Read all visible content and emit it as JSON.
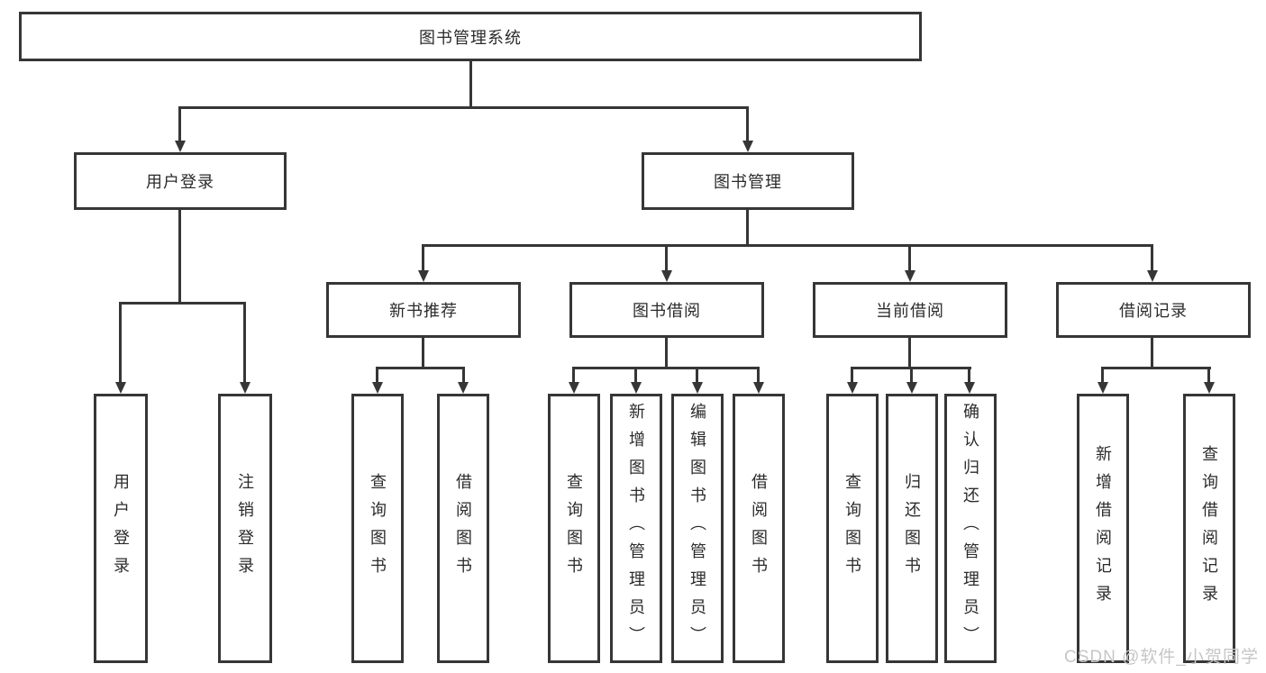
{
  "diagram": {
    "root": {
      "label": "图书管理系统"
    },
    "level2": [
      {
        "label": "用户登录"
      },
      {
        "label": "图书管理"
      }
    ],
    "level3": [
      {
        "label": "新书推荐"
      },
      {
        "label": "图书借阅"
      },
      {
        "label": "当前借阅"
      },
      {
        "label": "借阅记录"
      }
    ],
    "leaves": {
      "user_login": [
        "用户登录",
        "注销登录"
      ],
      "new_book": [
        "查询图书",
        "借阅图书"
      ],
      "book_borrow": [
        "查询图书",
        "新增图书（管理员）",
        "编辑图书（管理员）",
        "借阅图书"
      ],
      "current_borrow": [
        "查询图书",
        "归还图书",
        "确认归还（管理员）"
      ],
      "borrow_record": [
        "新增借阅记录",
        "查询借阅记录"
      ]
    },
    "colors": {
      "line": "#363636",
      "text": "#2b2b2b",
      "background": "#ffffff"
    }
  },
  "watermark": {
    "text": "CSDN @软件_小贺同学",
    "color": "#c6c6c6"
  }
}
